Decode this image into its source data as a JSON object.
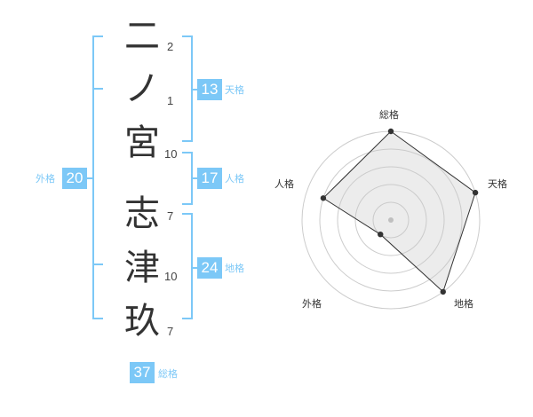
{
  "name_chars": [
    {
      "char": "二",
      "strokes": "2"
    },
    {
      "char": "ノ",
      "strokes": "1"
    },
    {
      "char": "宮",
      "strokes": "10"
    },
    {
      "char": "志",
      "strokes": "7"
    },
    {
      "char": "津",
      "strokes": "10"
    },
    {
      "char": "玖",
      "strokes": "7"
    }
  ],
  "fortunes": {
    "tenkaku": {
      "value": "13",
      "label": "天格"
    },
    "jinkaku": {
      "value": "17",
      "label": "人格"
    },
    "chikaku": {
      "value": "24",
      "label": "地格"
    },
    "gaikaku": {
      "value": "20",
      "label": "外格"
    },
    "soukaku": {
      "value": "37",
      "label": "総格"
    }
  },
  "colors": {
    "accent": "#7cc8f7",
    "text": "#333333",
    "grid": "#cccccc"
  },
  "chart_data": {
    "type": "radar",
    "axes": [
      "総格",
      "天格",
      "地格",
      "外格",
      "人格"
    ],
    "levels": 5,
    "values": [
      5,
      5,
      5,
      1,
      4
    ],
    "max": 5
  }
}
